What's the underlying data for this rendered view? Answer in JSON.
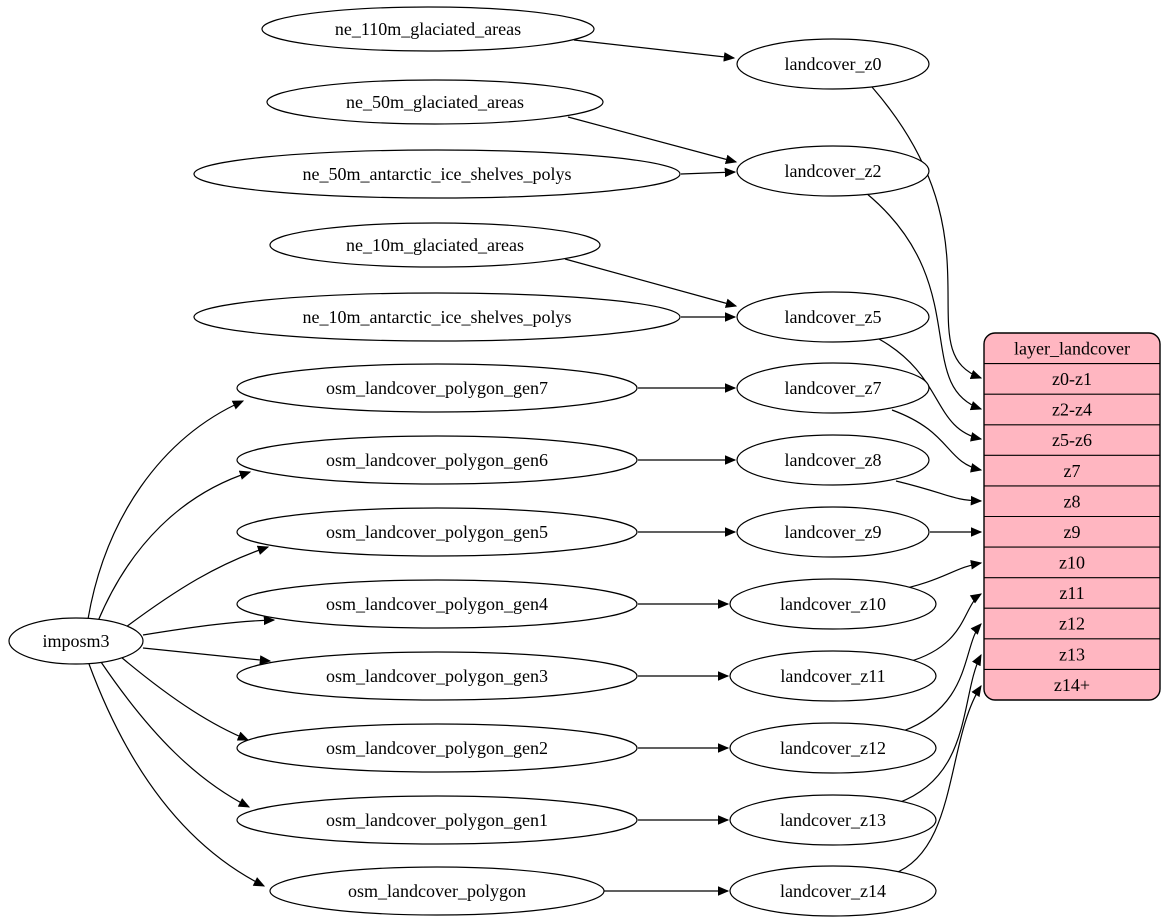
{
  "diagram": {
    "background": "#ffffff",
    "edge_color": "#000000",
    "node_fill": "#ffffff",
    "node_stroke": "#000000",
    "nodes": {
      "imposm3": "imposm3",
      "ne_110m_glaciated_areas": "ne_110m_glaciated_areas",
      "ne_50m_glaciated_areas": "ne_50m_glaciated_areas",
      "ne_50m_antarctic_ice_shelves_polys": "ne_50m_antarctic_ice_shelves_polys",
      "ne_10m_glaciated_areas": "ne_10m_glaciated_areas",
      "ne_10m_antarctic_ice_shelves_polys": "ne_10m_antarctic_ice_shelves_polys",
      "osm_landcover_polygon_gen7": "osm_landcover_polygon_gen7",
      "osm_landcover_polygon_gen6": "osm_landcover_polygon_gen6",
      "osm_landcover_polygon_gen5": "osm_landcover_polygon_gen5",
      "osm_landcover_polygon_gen4": "osm_landcover_polygon_gen4",
      "osm_landcover_polygon_gen3": "osm_landcover_polygon_gen3",
      "osm_landcover_polygon_gen2": "osm_landcover_polygon_gen2",
      "osm_landcover_polygon_gen1": "osm_landcover_polygon_gen1",
      "osm_landcover_polygon": "osm_landcover_polygon",
      "landcover_z0": "landcover_z0",
      "landcover_z2": "landcover_z2",
      "landcover_z5": "landcover_z5",
      "landcover_z7": "landcover_z7",
      "landcover_z8": "landcover_z8",
      "landcover_z9": "landcover_z9",
      "landcover_z10": "landcover_z10",
      "landcover_z11": "landcover_z11",
      "landcover_z12": "landcover_z12",
      "landcover_z13": "landcover_z13",
      "landcover_z14": "landcover_z14"
    },
    "table": {
      "title": "layer_landcover",
      "fill": "#ffb6c1",
      "rows": [
        "z0-z1",
        "z2-z4",
        "z5-z6",
        "z7",
        "z8",
        "z9",
        "z10",
        "z11",
        "z12",
        "z13",
        "z14+"
      ]
    },
    "edges": [
      "imposm3 -> osm_landcover_polygon_gen7",
      "imposm3 -> osm_landcover_polygon_gen6",
      "imposm3 -> osm_landcover_polygon_gen5",
      "imposm3 -> osm_landcover_polygon_gen4",
      "imposm3 -> osm_landcover_polygon_gen3",
      "imposm3 -> osm_landcover_polygon_gen2",
      "imposm3 -> osm_landcover_polygon_gen1",
      "imposm3 -> osm_landcover_polygon",
      "ne_110m_glaciated_areas -> landcover_z0",
      "ne_50m_glaciated_areas -> landcover_z2",
      "ne_50m_antarctic_ice_shelves_polys -> landcover_z2",
      "ne_10m_glaciated_areas -> landcover_z5",
      "ne_10m_antarctic_ice_shelves_polys -> landcover_z5",
      "osm_landcover_polygon_gen7 -> landcover_z7",
      "osm_landcover_polygon_gen6 -> landcover_z8",
      "osm_landcover_polygon_gen5 -> landcover_z9",
      "osm_landcover_polygon_gen4 -> landcover_z10",
      "osm_landcover_polygon_gen3 -> landcover_z11",
      "osm_landcover_polygon_gen2 -> landcover_z12",
      "osm_landcover_polygon_gen1 -> landcover_z13",
      "osm_landcover_polygon -> landcover_z14",
      "landcover_z0 -> layer_landcover:z0-z1",
      "landcover_z2 -> layer_landcover:z2-z4",
      "landcover_z5 -> layer_landcover:z5-z6",
      "landcover_z7 -> layer_landcover:z7",
      "landcover_z8 -> layer_landcover:z8",
      "landcover_z9 -> layer_landcover:z9",
      "landcover_z10 -> layer_landcover:z10",
      "landcover_z11 -> layer_landcover:z11",
      "landcover_z12 -> layer_landcover:z12",
      "landcover_z13 -> layer_landcover:z13",
      "landcover_z14 -> layer_landcover:z14+"
    ]
  }
}
